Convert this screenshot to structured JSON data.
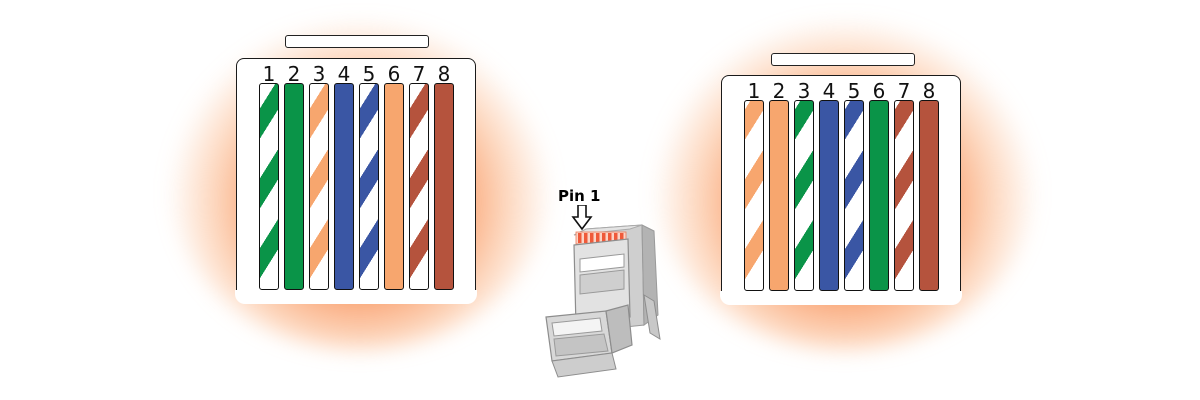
{
  "colors": {
    "white": "#ffffff",
    "green": "#0a9448",
    "orange": "#f7a66e",
    "blue": "#3a56a4",
    "brown": "#b5533d",
    "glow": "#f46a20",
    "contact": "#ef5a3a"
  },
  "left_connector": {
    "pin_numbers": [
      "1",
      "2",
      "3",
      "4",
      "5",
      "6",
      "7",
      "8"
    ],
    "wires": [
      {
        "color": "green",
        "striped": true
      },
      {
        "color": "green",
        "striped": false
      },
      {
        "color": "orange",
        "striped": true
      },
      {
        "color": "blue",
        "striped": false
      },
      {
        "color": "blue",
        "striped": true
      },
      {
        "color": "orange",
        "striped": false
      },
      {
        "color": "brown",
        "striped": true
      },
      {
        "color": "brown",
        "striped": false
      }
    ]
  },
  "right_connector": {
    "pin_numbers": [
      "1",
      "2",
      "3",
      "4",
      "5",
      "6",
      "7",
      "8"
    ],
    "wires": [
      {
        "color": "orange",
        "striped": true
      },
      {
        "color": "orange",
        "striped": false
      },
      {
        "color": "green",
        "striped": true
      },
      {
        "color": "blue",
        "striped": false
      },
      {
        "color": "blue",
        "striped": true
      },
      {
        "color": "green",
        "striped": false
      },
      {
        "color": "brown",
        "striped": true
      },
      {
        "color": "brown",
        "striped": false
      }
    ]
  },
  "plug": {
    "pin_label": "Pin 1",
    "arrow_icon": "down-arrow-icon",
    "contact_count": 8
  }
}
